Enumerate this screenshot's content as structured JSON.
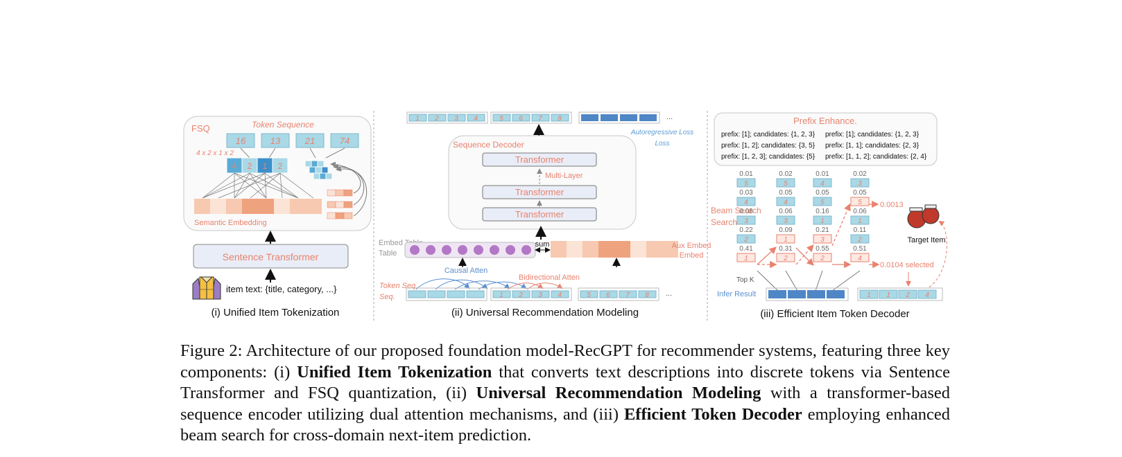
{
  "figure": {
    "panel1": {
      "fsq_label": "FSQ",
      "token_sequence_title": "Token Sequence",
      "tokens": [
        "16",
        "13",
        "21",
        "74"
      ],
      "shape_label": "4 x 2 x 1 x 2",
      "codes": [
        "4",
        "2",
        "1",
        "2"
      ],
      "semantic_embedding_label": "Semantic Embedding",
      "sentence_transformer_label": "Sentence Transformer",
      "item_text": "item text: {title, category, ...}",
      "caption": "(i) Unified Item Tokenization"
    },
    "panel2": {
      "top_tokens": [
        "1",
        "2",
        "3",
        "4",
        "5",
        "6",
        "7",
        "8"
      ],
      "ellipsis": "...",
      "autoregressive_loss_label": "Autoregressive Loss",
      "sequence_decoder_label": "Sequence Decoder",
      "transformer_label": "Transformer",
      "multilayer_label": "Multi-Layer",
      "embed_table_label": "Embed Table",
      "sum_label": "sum",
      "aux_embed_label": "Aux Embed",
      "causal_atten_label": "Causal Atten",
      "bidirectional_atten_label": "Bidirectional Atten",
      "token_seq_label": "Token Seq.",
      "seq_tokens_a": [
        "1",
        "2",
        "3",
        "4"
      ],
      "seq_tokens_b": [
        "5",
        "6",
        "7",
        "8"
      ],
      "caption": "(ii) Universal Recommendation Modeling"
    },
    "panel3": {
      "prefix_title": "Prefix Enhance.",
      "prefix_lines_left": [
        "prefix: [1]; candidates: {1, 2, 3}",
        "prefix: [1, 2]; candidates: {3, 5}",
        "prefix: [1, 2, 3]; candidates: {5}"
      ],
      "prefix_lines_right": [
        "prefix: [1]; candidates: {1, 2, 3}",
        "prefix: [1, 1]; candidates: {2, 3}",
        "prefix: [1, 1, 2]; candidates: {2, 4}"
      ],
      "beam_search_label": "Beam Search",
      "beam_columns": [
        {
          "nodes": [
            [
              "0.01",
              "5"
            ],
            [
              "0.03",
              "4"
            ],
            [
              "0.08",
              "3"
            ],
            [
              "0.22",
              "2"
            ],
            [
              "0.41",
              "1"
            ]
          ]
        },
        {
          "nodes": [
            [
              "0.02",
              "5"
            ],
            [
              "0.05",
              "4"
            ],
            [
              "0.06",
              "3"
            ],
            [
              "0.09",
              "1"
            ],
            [
              "0.31",
              "2"
            ]
          ]
        },
        {
          "nodes": [
            [
              "0.01",
              "4"
            ],
            [
              "0.05",
              "5"
            ],
            [
              "0.16",
              "1"
            ],
            [
              "0.21",
              "3"
            ],
            [
              "0.55",
              "2"
            ]
          ]
        },
        {
          "nodes": [
            [
              "0.02",
              "3"
            ],
            [
              "0.05",
              "5"
            ],
            [
              "0.06",
              "1"
            ],
            [
              "0.11",
              "2"
            ],
            [
              "0.51",
              "4"
            ]
          ]
        }
      ],
      "prob_a": "0.0013",
      "prob_b": "0.0104 selected",
      "topk_label": "Top K",
      "infer_result_label": "Infer Result",
      "target_item_label": "Target Item",
      "target_tokens": [
        "1",
        "1",
        "2",
        "4"
      ],
      "caption": "(iii) Efficient Item Token Decoder"
    }
  },
  "caption": {
    "label": "Figure 2:",
    "t1": "Architecture of our proposed foundation model-RecGPT for recommender systems, featuring three key components: (i)",
    "b1": "Unified Item Tokenization",
    "t2": "that converts text descriptions into discrete tokens via Sentence Transformer and FSQ quantization, (ii)",
    "b2": "Universal Recommendation Modeling",
    "t3": "with a transformer-based sequence encoder utilizing dual attention mechanisms, and (iii)",
    "b3": "Efficient Token Decoder",
    "t4": "employing enhanced beam search for cross-domain next-item prediction."
  },
  "colors": {
    "salmon": "#e8826e",
    "light_blue": "#a9d8e6",
    "mid_blue": "#4f86c6",
    "purple": "#b278c6",
    "orange_light": "#f6c9b0",
    "orange_mid": "#efa27e"
  }
}
